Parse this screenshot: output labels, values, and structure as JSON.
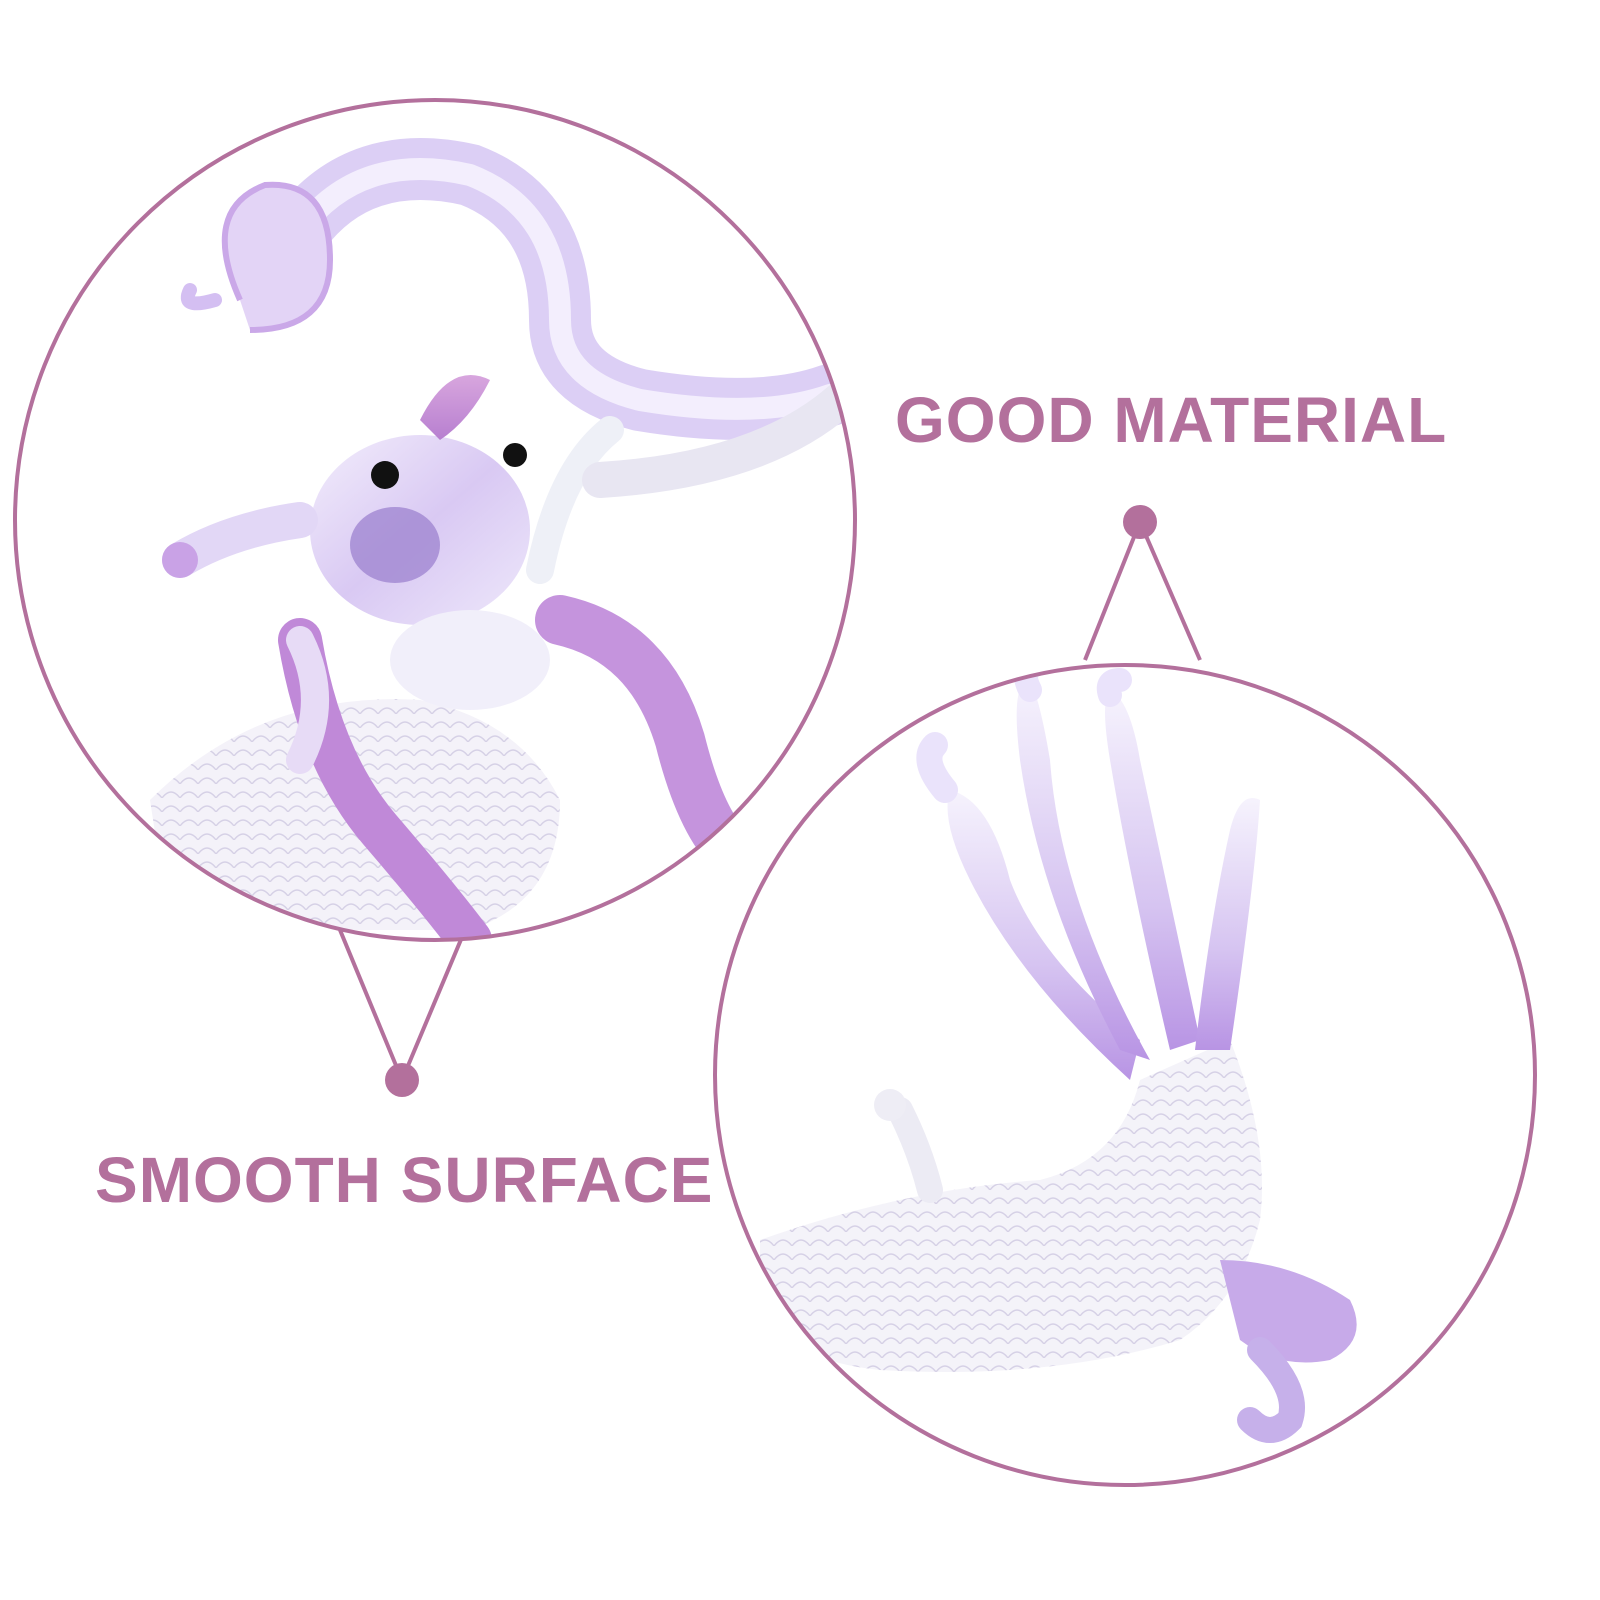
{
  "labels": {
    "good_material": "GOOD MATERIAL",
    "smooth_surface": "SMOOTH SURFACE"
  },
  "colors": {
    "accent": "#b3709c",
    "glass_light": "#ece6fb",
    "glass_mid": "#d8c8f2",
    "glass_pink": "#c88bd3",
    "glass_deep": "#a98ae0",
    "eye": "#111111"
  },
  "images": {
    "top_left": "glass-elephant-closeup",
    "bottom_right": "glass-mermaid-tail-closeup"
  }
}
